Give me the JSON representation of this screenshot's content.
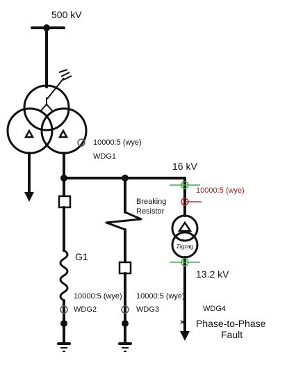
{
  "colors": {
    "line": "#111111",
    "ct_neutral": "#555555",
    "ct_green": "#37b24d",
    "ct_red": "#c92a2a",
    "label_red": "#a61e1e"
  },
  "labels": {
    "bus_500": "500 kV",
    "bus_16": "16 kV",
    "bus_13_2": "13.2 kV",
    "ct_wdg1": "10000:5 (wye)",
    "wdg1": "WDG1",
    "breaking_resistor_line1": "Breaking",
    "breaking_resistor_line2": "Resistor",
    "ct_grounding": "10000:5 (wye)",
    "zigzag": "Zigzag",
    "generator": "G1",
    "ct_wdg2": "10000:5 (wye)",
    "wdg2": "WDG2",
    "ct_wdg3": "10000:5 (wye)",
    "wdg3": "WDG3",
    "wdg4": "WDG4",
    "fault_line1": "Phase-to-Phase",
    "fault_line2": "Fault"
  }
}
